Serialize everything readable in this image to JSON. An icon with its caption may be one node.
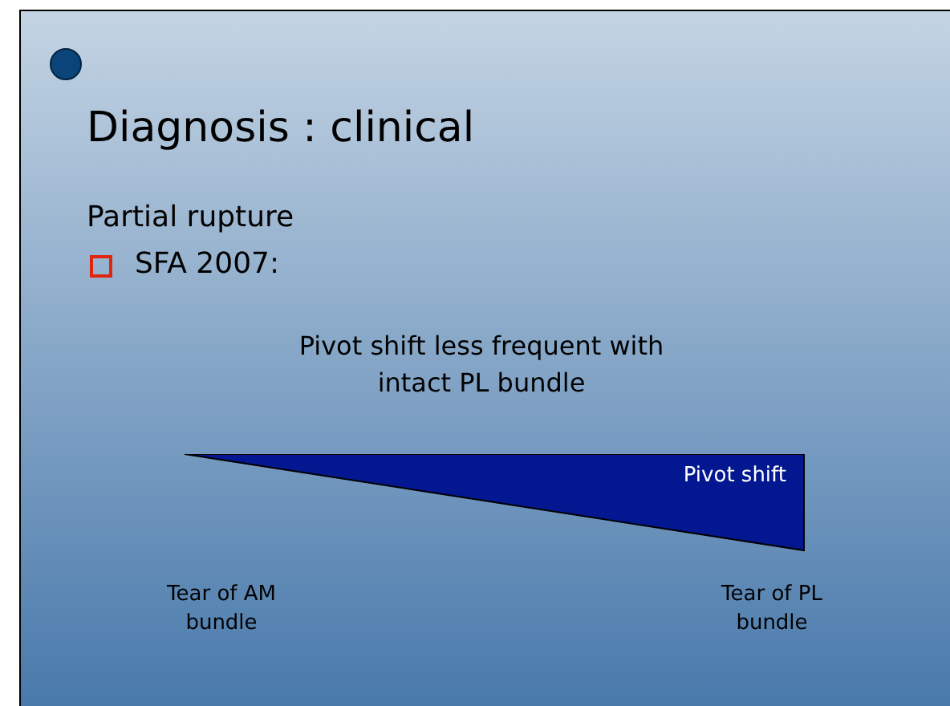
{
  "diagram": {
    "title": "Diagnosis : clinical",
    "nodes": [
      {
        "text": [
          "Pivot shift"
        ]
      }
    ],
    "labels": [
      "Partial rupture",
      "SFA 2007:",
      "Pivot shift less frequent with intact PL bundle",
      "Tear of AM bundle",
      "Tear of PL bundle"
    ]
  }
}
